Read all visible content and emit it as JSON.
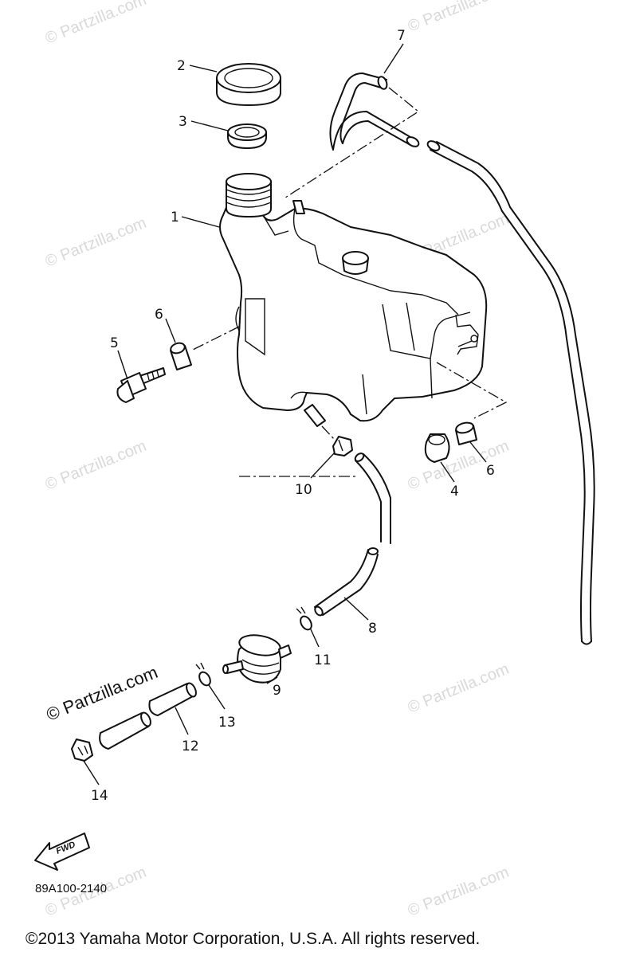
{
  "callouts": [
    "1",
    "2",
    "3",
    "4",
    "5",
    "6",
    "6",
    "7",
    "8",
    "9",
    "10",
    "11",
    "12",
    "13",
    "14"
  ],
  "watermark": "© Partzilla.com",
  "watermark_strong": "© Partzilla.com",
  "fwd_label": "FWD",
  "diagram_code": "89A100-2140",
  "copyright": "©2013  Yamaha Motor Corporation, U.S.A. All rights reserved."
}
